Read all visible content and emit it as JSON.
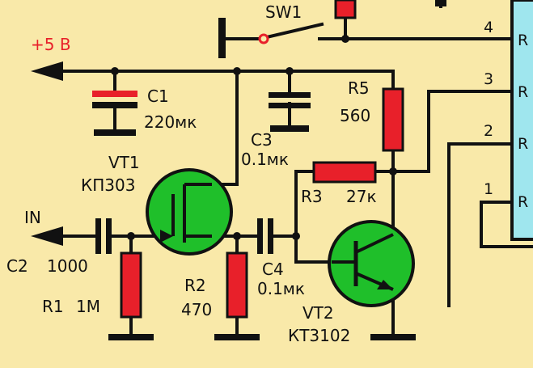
{
  "colors": {
    "background": "#f9e9a9",
    "wire": "#111111",
    "resistor_fill": "#e8202a",
    "transistor_fill": "#1fbf2a",
    "ic_fill": "#9fe6ee",
    "supply_label": "#e8202a"
  },
  "supply": {
    "label": "+5 В"
  },
  "input": {
    "label": "IN"
  },
  "switch": {
    "label": "SW1"
  },
  "ic": {
    "pins": [
      "4",
      "3",
      "2",
      "1"
    ],
    "pin_text": "R"
  },
  "components": {
    "c1": {
      "name": "C1",
      "value": "220мк"
    },
    "c2": {
      "name": "C2",
      "value": "1000"
    },
    "c3": {
      "name": "C3",
      "value": "0.1мк"
    },
    "c4": {
      "name": "C4",
      "value": "0.1мк"
    },
    "r1": {
      "name": "R1",
      "value": "1M"
    },
    "r2": {
      "name": "R2",
      "value": "470"
    },
    "r3": {
      "name": "R3",
      "value": "27к"
    },
    "r5": {
      "name": "R5",
      "value": "560"
    },
    "vt1": {
      "name": "VT1",
      "value": "КП303"
    },
    "vt2": {
      "name": "VT2",
      "value": "КТ3102"
    }
  }
}
